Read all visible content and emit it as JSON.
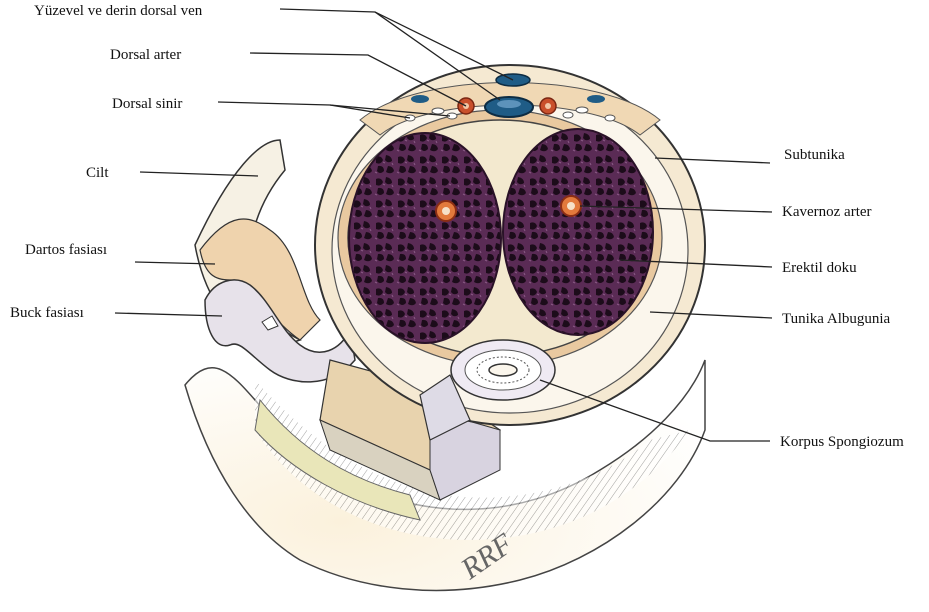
{
  "labels": {
    "superficial_deep_dorsal_vein": "Yüzevel ve derin dorsal ven",
    "dorsal_artery": "Dorsal arter",
    "dorsal_nerve": "Dorsal sinir",
    "skin": "Cilt",
    "dartos_fascia": "Dartos fasiası",
    "buck_fascia": "Buck fasiası",
    "subtunica": "Subtunika",
    "cavernous_artery": "Kavernoz arter",
    "erectile_tissue": "Erektil doku",
    "tunica_albuginea": "Tunika Albugunia",
    "corpus_spongiosum": "Korpus Spongiozum"
  },
  "signature": "RRF",
  "colors": {
    "erectile": "#4a1f48",
    "erectile_dark": "#1c0c1a",
    "tunica": "#f3e9cf",
    "subtunica": "#e9c9a0",
    "vein": "#1f5c86",
    "artery": "#b8452a",
    "skin": "#f4dcc0",
    "line": "#222222"
  }
}
